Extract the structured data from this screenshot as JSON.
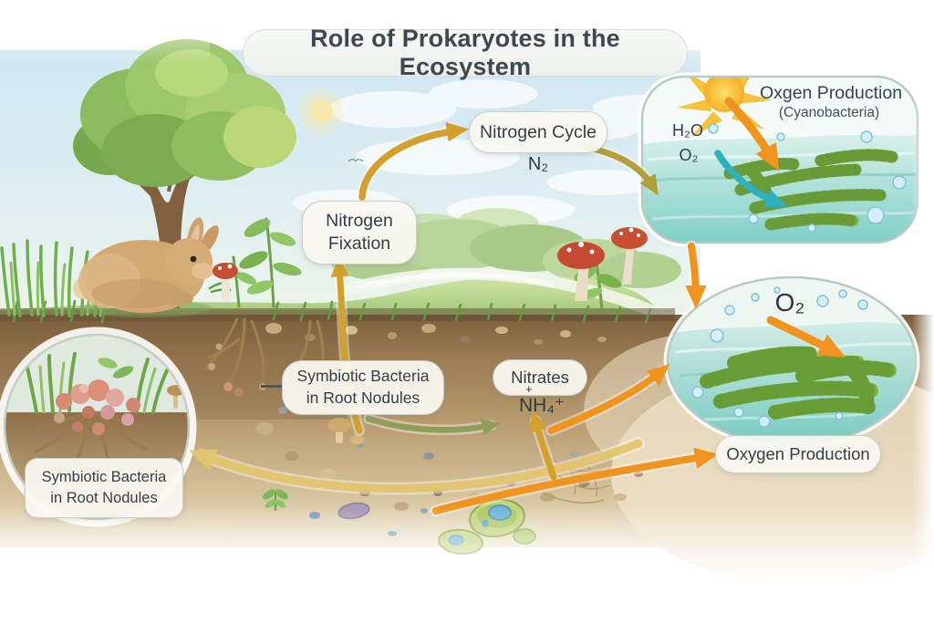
{
  "title": "Role of Prokaryotes in the Ecosystem",
  "labels": {
    "nitrogen_cycle": "Nitrogen Cycle",
    "n2": "N₂",
    "nitrogen_fixation": [
      "Nitrogen",
      "Fixation"
    ],
    "symbiotic_mid": [
      "Symbiotic Bacteria",
      "in Root Nodules"
    ],
    "symbiotic_inset": [
      "Symbiotic Bacteria",
      "in Root Nodules"
    ],
    "nitrates": "Nitrates",
    "ammonium": "NH₄⁺",
    "ammonium_extra_plus": "+",
    "oxygen_production": "Oxygen Production"
  },
  "top_panel": {
    "title": "Oxgen Production",
    "subtitle": "(Cyanobacteria)",
    "h2o": "H₂O",
    "o2": "O₂"
  },
  "oval_panel": {
    "o2": "O₂"
  },
  "colors": {
    "arrow_gold": "#d3a02e",
    "arrow_orange": "#f0941e",
    "arrow_teal": "#2fb0bf",
    "arrow_olive": "#b3a03a",
    "arrow_pale_gold": "#e2c46a",
    "arrow_olive_green": "#8f9e5a",
    "water_teal": "#9fd9d2",
    "label_background": "#f8f7ee",
    "label_text": "#3a444b",
    "sun_yellow": "#f6bd33"
  },
  "icons": [
    "sun-icon",
    "bubble-icon",
    "flow-arrow-icon",
    "mushroom-icon",
    "cyanobacteria-filament-icon"
  ]
}
